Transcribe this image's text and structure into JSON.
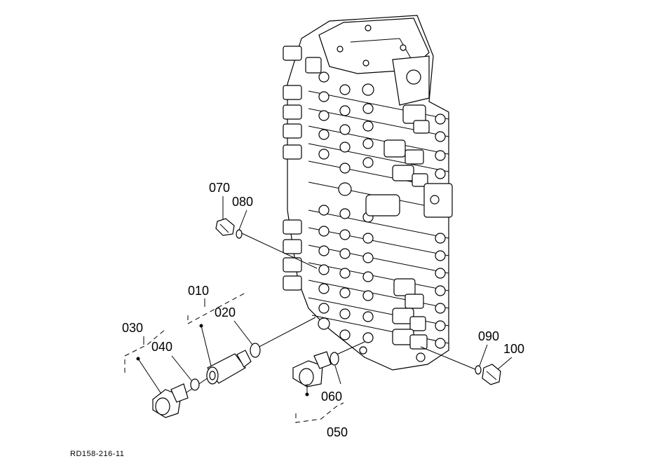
{
  "callouts": {
    "c010": "010",
    "c020": "020",
    "c030": "030",
    "c040": "040",
    "c050": "050",
    "c060": "060",
    "c070": "070",
    "c080": "080",
    "c090": "090",
    "c100": "100"
  },
  "drawing_code": "RD158-216-11"
}
